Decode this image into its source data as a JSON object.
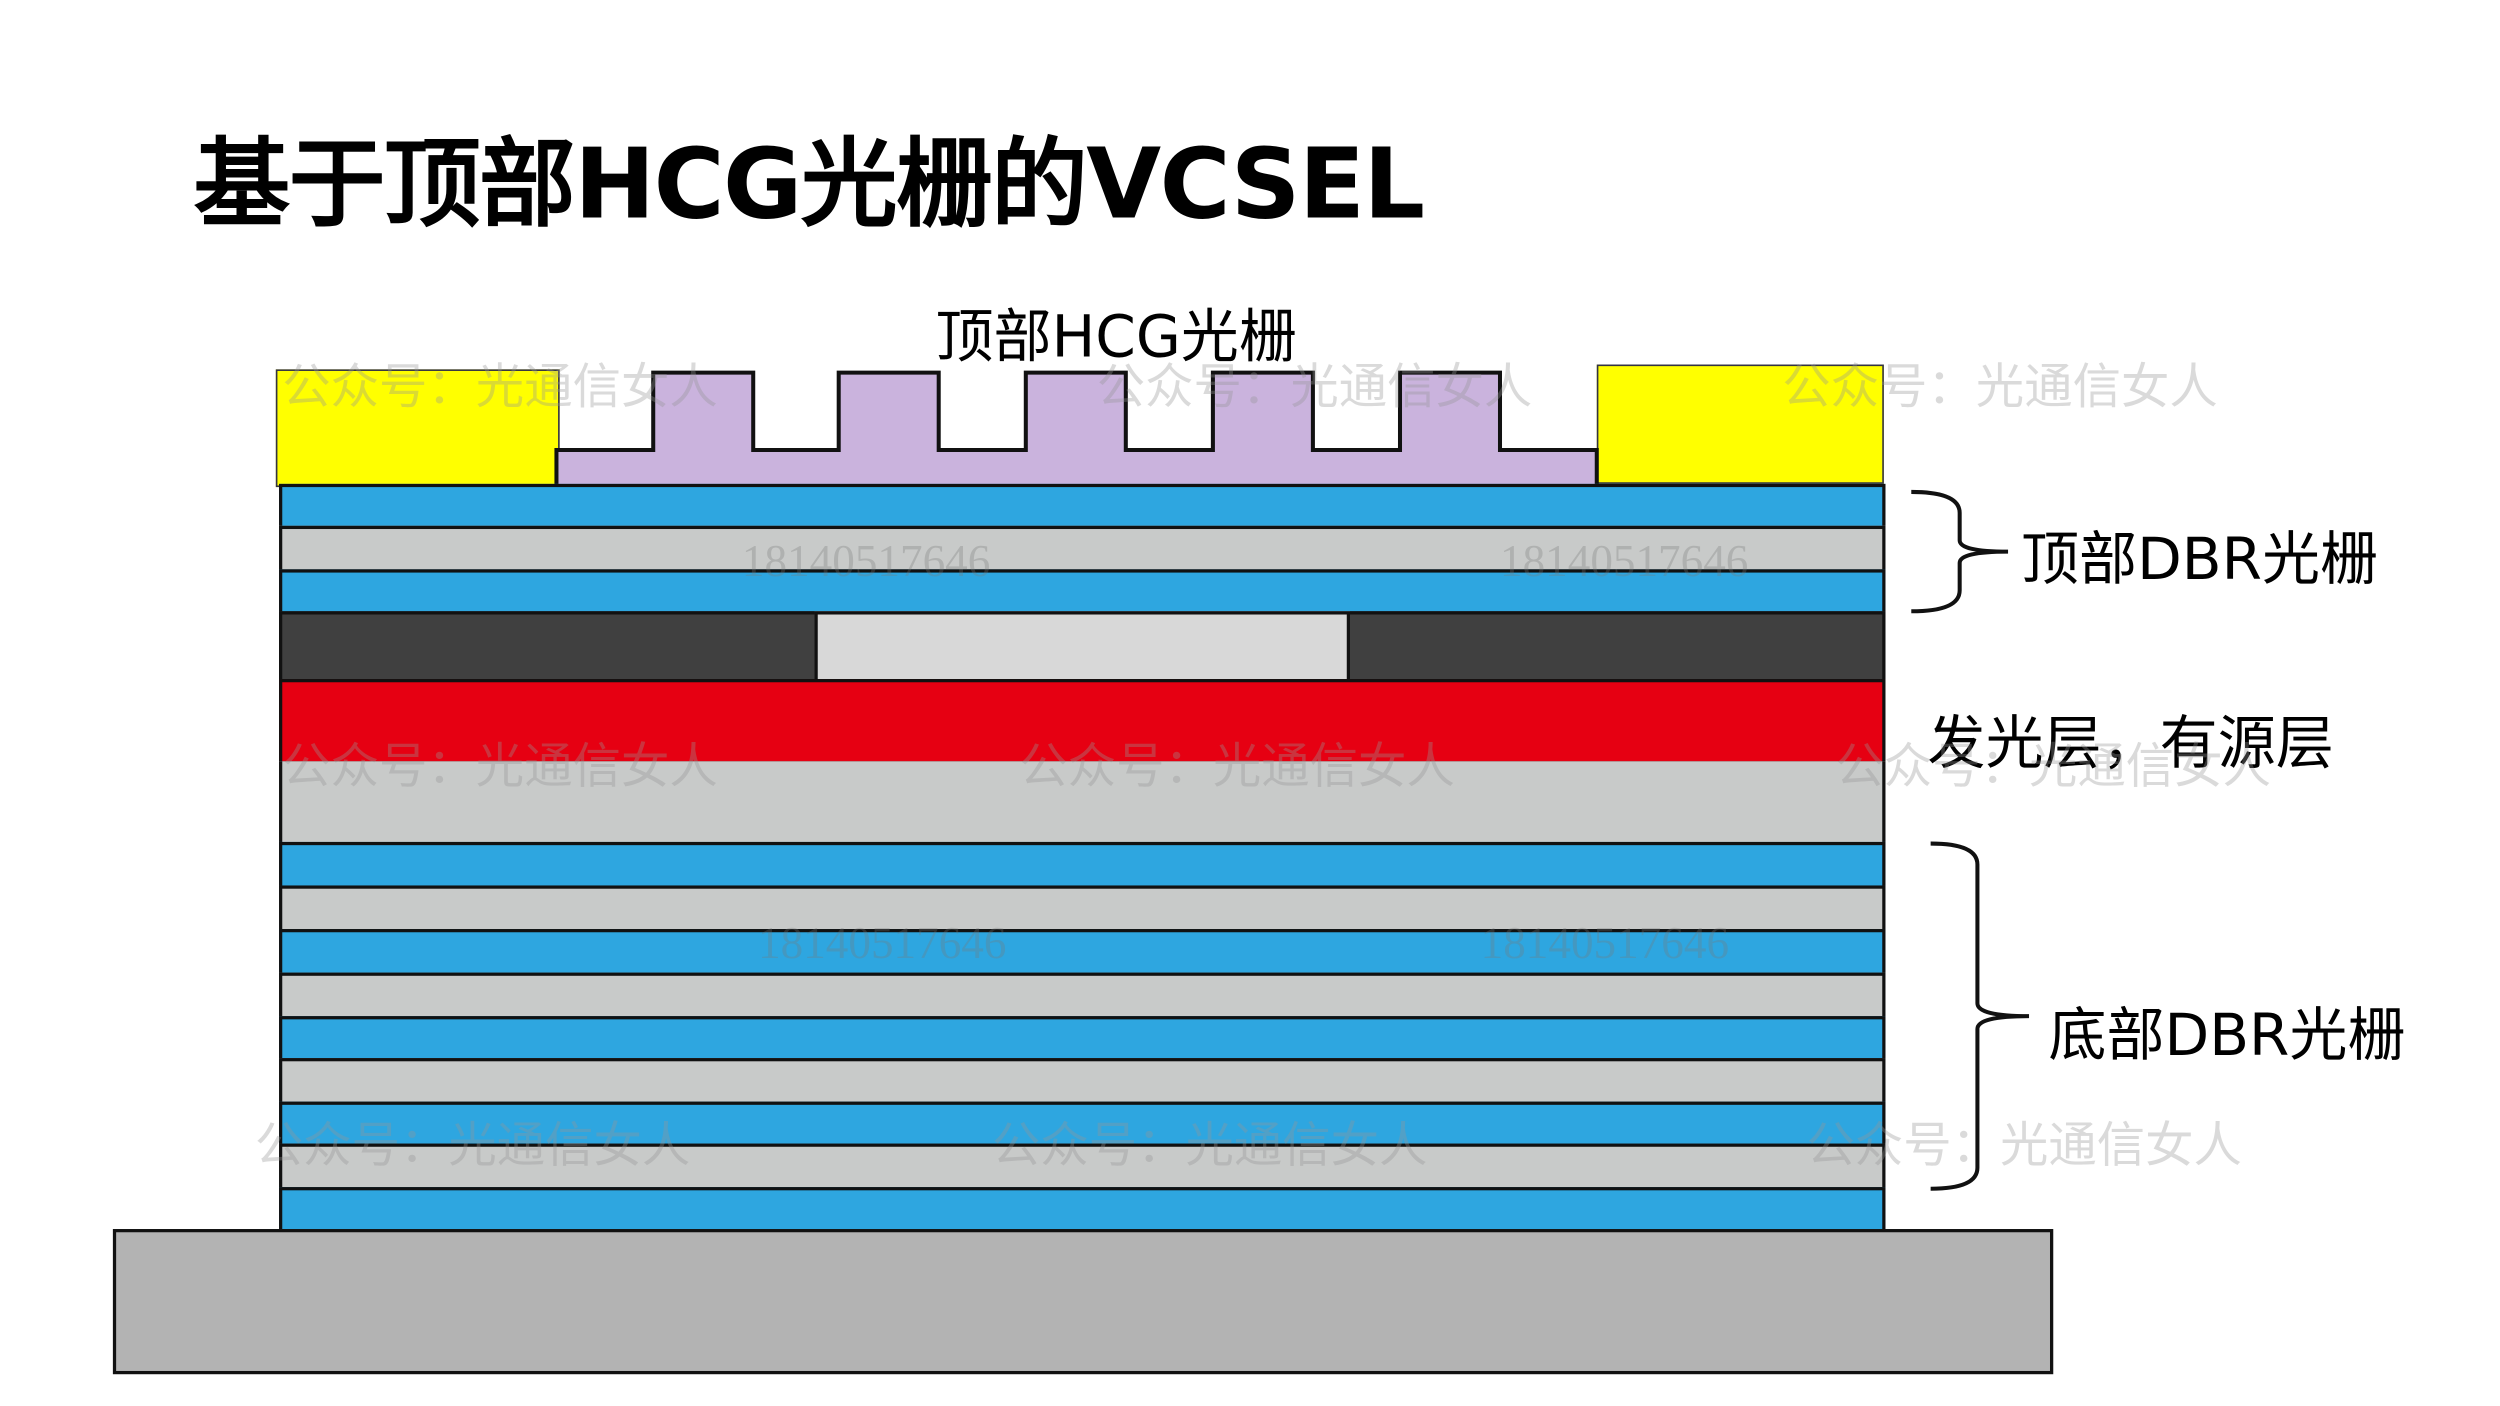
{
  "title": "基于顶部HCG光栅的VCSEL",
  "labels": {
    "hcg": "顶部HCG光栅",
    "top_dbr": "顶部DBR光栅",
    "active": "发光层，有源层",
    "bottom_dbr": "底部DBR光栅"
  },
  "watermarks": {
    "account": "公众号：光通信女人",
    "phone": "18140517646"
  },
  "colors": {
    "electrode": "#ffff00",
    "grating": "#cab3dd",
    "dbr_high": "#2ea6e0",
    "dbr_low": "#c8cac9",
    "oxide": "#404040",
    "aperture": "#d8d8d8",
    "active": "#e60012",
    "substrate": "#b3b3b3"
  }
}
